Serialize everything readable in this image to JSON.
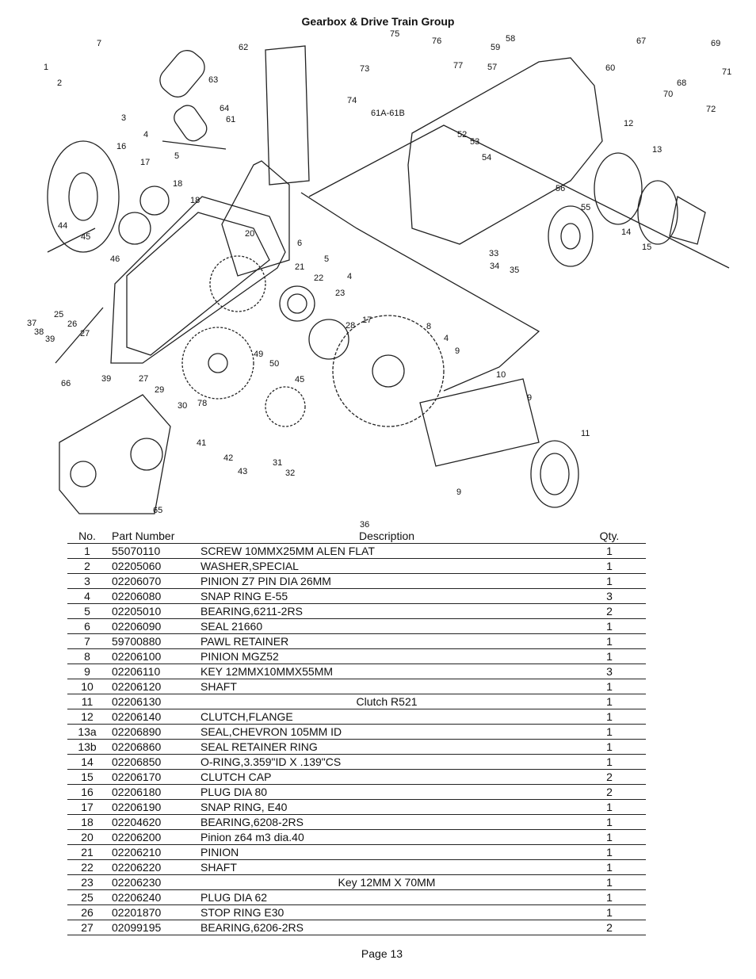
{
  "header": {
    "title": "Gearbox & Drive Train Group"
  },
  "diagram": {
    "callouts": [
      "1",
      "2",
      "7",
      "63",
      "62",
      "75",
      "76",
      "73",
      "77",
      "74",
      "58",
      "59",
      "57",
      "67",
      "69",
      "68",
      "70",
      "71",
      "72",
      "60",
      "64",
      "61",
      "61A-61B",
      "3",
      "16",
      "4",
      "17",
      "5",
      "18",
      "18",
      "52",
      "53",
      "54",
      "12",
      "13",
      "56",
      "55",
      "14",
      "15",
      "44",
      "45",
      "46",
      "20",
      "6",
      "21",
      "5",
      "22",
      "33",
      "34",
      "35",
      "37",
      "38",
      "39",
      "25",
      "26",
      "27",
      "4",
      "23",
      "28",
      "17",
      "8",
      "4",
      "9",
      "49",
      "50",
      "45",
      "10",
      "9",
      "66",
      "39",
      "27",
      "29",
      "30",
      "78",
      "41",
      "42",
      "43",
      "31",
      "32",
      "11",
      "9",
      "36",
      "65"
    ]
  },
  "table": {
    "headers": {
      "no": "No.",
      "part": "Part Number",
      "desc": "Description",
      "qty": "Qty."
    },
    "rows": [
      {
        "no": "1",
        "part": "55070110",
        "desc": "SCREW 10MMX25MM ALEN FLAT",
        "qty": "1"
      },
      {
        "no": "2",
        "part": "02205060",
        "desc": "WASHER,SPECIAL",
        "qty": "1"
      },
      {
        "no": "3",
        "part": "02206070",
        "desc": "PINION Z7 PIN DIA 26MM",
        "qty": "1"
      },
      {
        "no": "4",
        "part": "02206080",
        "desc": "SNAP RING E-55",
        "qty": "3"
      },
      {
        "no": "5",
        "part": "02205010",
        "desc": "BEARING,6211-2RS",
        "qty": "2"
      },
      {
        "no": "6",
        "part": "02206090",
        "desc": "SEAL 21660",
        "qty": "1"
      },
      {
        "no": "7",
        "part": "59700880",
        "desc": "PAWL RETAINER",
        "qty": "1"
      },
      {
        "no": "8",
        "part": "02206100",
        "desc": "PINION MGZ52",
        "qty": "1"
      },
      {
        "no": "9",
        "part": "02206110",
        "desc": "KEY 12MMX10MMX55MM",
        "qty": "3"
      },
      {
        "no": "10",
        "part": "02206120",
        "desc": "SHAFT",
        "qty": "1"
      },
      {
        "no": "11",
        "part": "02206130",
        "desc": "Clutch R521",
        "qty": "1",
        "centered": true
      },
      {
        "no": "12",
        "part": "02206140",
        "desc": "CLUTCH,FLANGE",
        "qty": "1"
      },
      {
        "no": "13a",
        "part": "02206890",
        "desc": "SEAL,CHEVRON 105MM ID",
        "qty": "1"
      },
      {
        "no": "13b",
        "part": "02206860",
        "desc": "SEAL RETAINER RING",
        "qty": "1"
      },
      {
        "no": "14",
        "part": "02206850",
        "desc": "O-RING,3.359\"ID X .139\"CS",
        "qty": "1"
      },
      {
        "no": "15",
        "part": "02206170",
        "desc": "CLUTCH CAP",
        "qty": "2"
      },
      {
        "no": "16",
        "part": "02206180",
        "desc": "PLUG DIA 80",
        "qty": "2"
      },
      {
        "no": "17",
        "part": "02206190",
        "desc": "SNAP RING, E40",
        "qty": "1"
      },
      {
        "no": "18",
        "part": "02204620",
        "desc": "BEARING,6208-2RS",
        "qty": "1"
      },
      {
        "no": "20",
        "part": "02206200",
        "desc": "Pinion z64 m3 dia.40",
        "qty": "1"
      },
      {
        "no": "21",
        "part": "02206210",
        "desc": "PINION",
        "qty": "1"
      },
      {
        "no": "22",
        "part": "02206220",
        "desc": "SHAFT",
        "qty": "1"
      },
      {
        "no": "23",
        "part": "02206230",
        "desc": "Key 12MM X 70MM",
        "qty": "1",
        "centered": true
      },
      {
        "no": "25",
        "part": "02206240",
        "desc": "PLUG DIA 62",
        "qty": "1"
      },
      {
        "no": "26",
        "part": "02201870",
        "desc": "STOP RING E30",
        "qty": "1"
      },
      {
        "no": "27",
        "part": "02099195",
        "desc": "BEARING,6206-2RS",
        "qty": "2"
      }
    ]
  },
  "footer": {
    "page": "Page 13"
  }
}
